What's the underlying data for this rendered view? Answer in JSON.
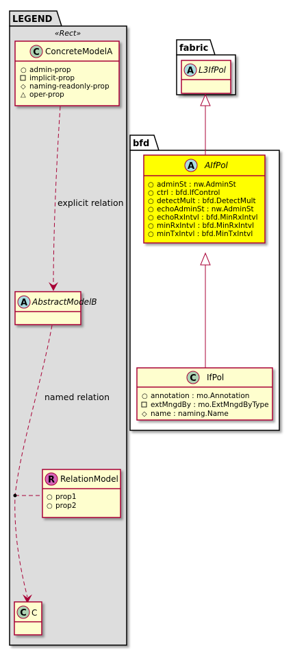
{
  "packages": {
    "legend": {
      "label": "LEGEND",
      "stereotype": "«Rect»"
    },
    "fabric": {
      "label": "fabric"
    },
    "bfd": {
      "label": "bfd"
    }
  },
  "classes": {
    "concrete_model_a": {
      "kind": "C",
      "name": "ConcreteModelA",
      "abstract": false,
      "attributes": [
        {
          "visibility": "+",
          "text": "admin-prop"
        },
        {
          "visibility": "-",
          "text": "implicit-prop"
        },
        {
          "visibility": "#",
          "text": "naming-readonly-prop"
        },
        {
          "visibility": "~",
          "text": "oper-prop"
        }
      ]
    },
    "abstract_model_b": {
      "kind": "A",
      "name": "AbstractModelB",
      "abstract": true,
      "attributes": []
    },
    "relation_model": {
      "kind": "R",
      "name": "RelationModel",
      "abstract": false,
      "attributes": [
        {
          "visibility": "+",
          "text": "prop1"
        },
        {
          "visibility": "+",
          "text": "prop2"
        }
      ]
    },
    "c": {
      "kind": "C",
      "name": "C",
      "abstract": false,
      "attributes": []
    },
    "l3ifpol": {
      "kind": "A",
      "name": "L3IfPol",
      "abstract": true,
      "attributes": []
    },
    "aifpol": {
      "kind": "A",
      "name": "AIfPol",
      "abstract": true,
      "attributes": [
        {
          "visibility": "+",
          "text": "adminSt : nw.AdminSt"
        },
        {
          "visibility": "+",
          "text": "ctrl : bfd.IfControl"
        },
        {
          "visibility": "+",
          "text": "detectMult : bfd.DetectMult"
        },
        {
          "visibility": "+",
          "text": "echoAdminSt : nw.AdminSt"
        },
        {
          "visibility": "+",
          "text": "echoRxIntvl : bfd.MinRxIntvl"
        },
        {
          "visibility": "+",
          "text": "minRxIntvl : bfd.MinRxIntvl"
        },
        {
          "visibility": "+",
          "text": "minTxIntvl : bfd.MinTxIntvl"
        }
      ]
    },
    "ifpol": {
      "kind": "C",
      "name": "IfPol",
      "abstract": false,
      "attributes": [
        {
          "visibility": "+",
          "text": "annotation : mo.Annotation"
        },
        {
          "visibility": "-",
          "text": "extMngdBy : mo.ExtMngdByType"
        },
        {
          "visibility": "#",
          "text": "name : naming.Name"
        }
      ]
    }
  },
  "relations": {
    "explicit": "explicit relation",
    "named": "named relation"
  },
  "colors": {
    "class_fill": "#fefece",
    "class_border": "#a80036",
    "highlight_fill": "#ffff00",
    "legend_bg": "#dddddd",
    "circle_c": "#add1b2",
    "circle_a": "#a9dcdf",
    "circle_r": "#d464b8"
  }
}
